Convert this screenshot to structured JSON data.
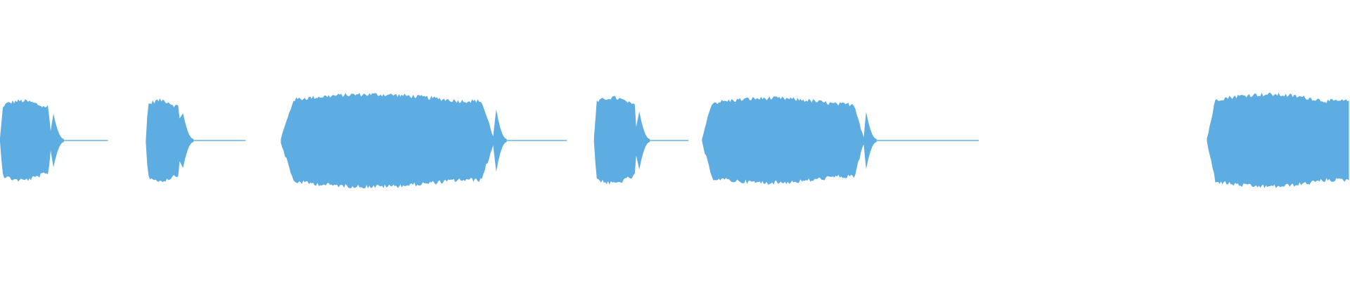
{
  "waveform": {
    "color": "#5dade2",
    "background": "#ffffff",
    "amplitude_scale": "relative (0-1)",
    "segments": [
      {
        "start_fraction": 0.0,
        "end_fraction": 0.038,
        "peak_amplitude": 0.58,
        "tail_end_fraction": 0.08
      },
      {
        "start_fraction": 0.108,
        "end_fraction": 0.134,
        "peak_amplitude": 0.59,
        "tail_end_fraction": 0.182
      },
      {
        "start_fraction": 0.208,
        "end_fraction": 0.366,
        "peak_amplitude": 0.68,
        "tail_end_fraction": 0.42
      },
      {
        "start_fraction": 0.44,
        "end_fraction": 0.472,
        "peak_amplitude": 0.63,
        "tail_end_fraction": 0.51
      },
      {
        "start_fraction": 0.52,
        "end_fraction": 0.64,
        "peak_amplitude": 0.62,
        "tail_end_fraction": 0.725
      },
      {
        "start_fraction": 0.894,
        "end_fraction": 1.0,
        "peak_amplitude": 0.68,
        "tail_end_fraction": 1.0
      }
    ]
  }
}
